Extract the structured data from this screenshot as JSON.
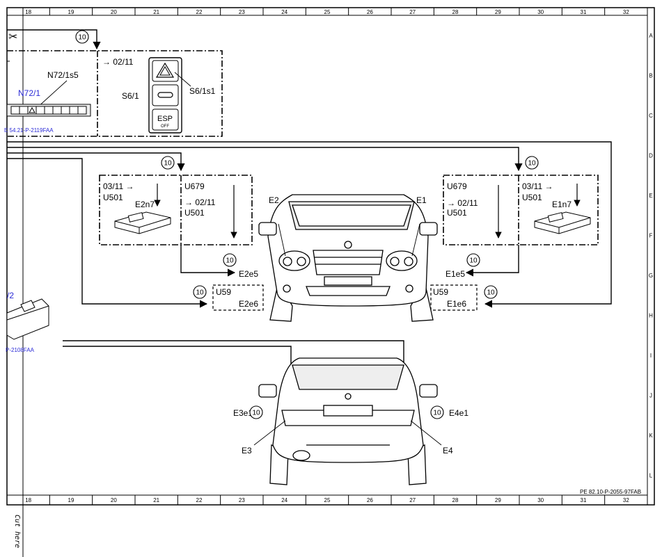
{
  "grid": {
    "columns": [
      "18",
      "19",
      "20",
      "21",
      "22",
      "23",
      "24",
      "25",
      "26",
      "27",
      "28",
      "29",
      "30",
      "31",
      "32"
    ],
    "rows": [
      "A",
      "B",
      "C",
      "D",
      "E",
      "F",
      "G",
      "H",
      "I",
      "J",
      "K",
      "L"
    ]
  },
  "callout": "10",
  "labels": {
    "date_top": "→ 02/11",
    "n72_1s5": "N72/1s5",
    "n72_1": "N72/1",
    "ref_left_top": "E 54.21-P-2119FAA",
    "s6_1": "S6/1",
    "s6_1s1": "S6/1s1",
    "esp": "ESP",
    "esp_off": "OFF",
    "left_box_date": "03/11 →",
    "left_box_u501": "U501",
    "e2n7": "E2n7",
    "u679_left": "U679",
    "left_mid_date": "→ 02/11",
    "left_mid_u501": "U501",
    "e2": "E2",
    "e1": "E1",
    "u679_right": "U679",
    "right_mid_date": "→ 02/11",
    "right_mid_u501": "U501",
    "right_box_date": "03/11 →",
    "right_box_u501": "U501",
    "e1n7": "E1n7",
    "e2e5": "E2e5",
    "e1e5": "E1e5",
    "u59_left": "U59",
    "e2e6": "E2e6",
    "u59_right": "U59",
    "e1e6": "E1e6",
    "left_partial_num": "/2",
    "ref_left_mid": "P-2108FAA",
    "e3e1": "E3e1",
    "e4e1": "E4e1",
    "e3": "E3",
    "e4": "E4",
    "ref_bottom": "PE 82.10-P-2055-97FAB",
    "cut_here": "Cut here"
  }
}
